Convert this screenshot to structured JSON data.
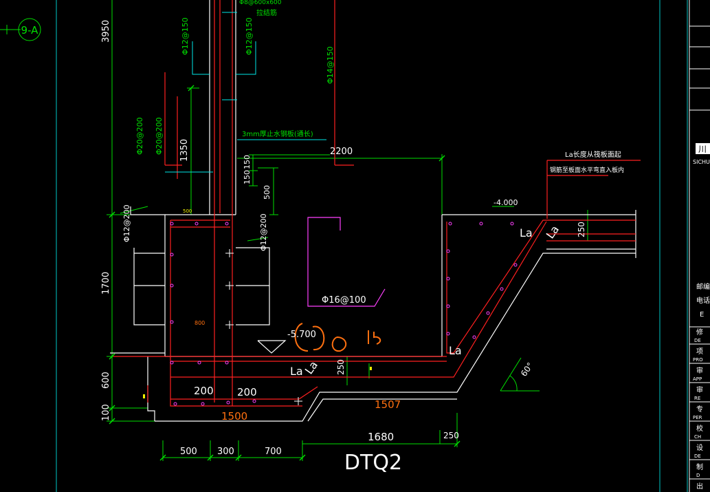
{
  "colors": {
    "bg": "#000000",
    "border": "#00c8c8",
    "dim": "#00e000",
    "rebar": "#ff2020",
    "conc": "#ffffff",
    "mag": "#ff40ff",
    "cyan": "#00e8e8",
    "orange": "#ff7010",
    "yellow": "#f0f000"
  },
  "axis_label": "9-A",
  "titles": {
    "main": "DTQ2"
  },
  "labels": {
    "dim_3950": "3950",
    "dim_1350": "1350",
    "dim_1700": "1700",
    "dim_600": "600",
    "dim_100": "100",
    "dim_150a": "150",
    "dim_150b": "150",
    "dim_500v": "500",
    "dim_2200": "2200",
    "dim_250a": "250",
    "dim_250b": "250",
    "dim_250c": "250",
    "dim_200a": "200",
    "dim_200b": "200",
    "dim_1500": "1500",
    "dim_1507": "1507",
    "dim_1680": "1680",
    "dim_500b": "500",
    "dim_300b": "300",
    "dim_700b": "700",
    "dim_500s": "500",
    "dim_800s": "800",
    "rebar_12_150a": "Φ12@150",
    "rebar_12_150b": "Φ12@150",
    "rebar_14_150": "Φ14@150",
    "rebar_20_200a": "Φ20@200",
    "rebar_20_200b": "Φ20@200",
    "rebar_12_200a": "Φ12@200",
    "rebar_12_200b": "Φ12@200",
    "rebar_16_100": "Φ16@100",
    "top_note": "Φ8@600x600",
    "top_note2": "拉结筋",
    "waterstop": "3mm厚止水钢板(通长)",
    "la_note1": "La长度从筏板面起",
    "la_note2": "钢筋至板面水平弯直入板内",
    "level1": "-4.000",
    "level2": "-5.700",
    "la1": "La",
    "la2": "La",
    "la3": "La",
    "la4": "La",
    "la5": "La",
    "angle": "60°",
    "hw1": "(1)",
    "hw2": "(2)",
    "hw3": "150",
    "tb_logo": "川",
    "tb_name": "SICHU",
    "tb_r1": "邮编",
    "tb_r2": "电话",
    "tb_r3": "E",
    "tb_c1": "修",
    "tb_c1e": "DE",
    "tb_c2": "项",
    "tb_c2e": "PRO",
    "tb_c3": "审",
    "tb_c3e": "APP",
    "tb_c4": "审",
    "tb_c4e": "RE",
    "tb_c5": "专",
    "tb_c5e": "PER",
    "tb_c6": "校",
    "tb_c6e": "CH",
    "tb_c7": "设",
    "tb_c7e": "DE",
    "tb_c8": "制",
    "tb_c8e": "D",
    "tb_c9": "出"
  }
}
